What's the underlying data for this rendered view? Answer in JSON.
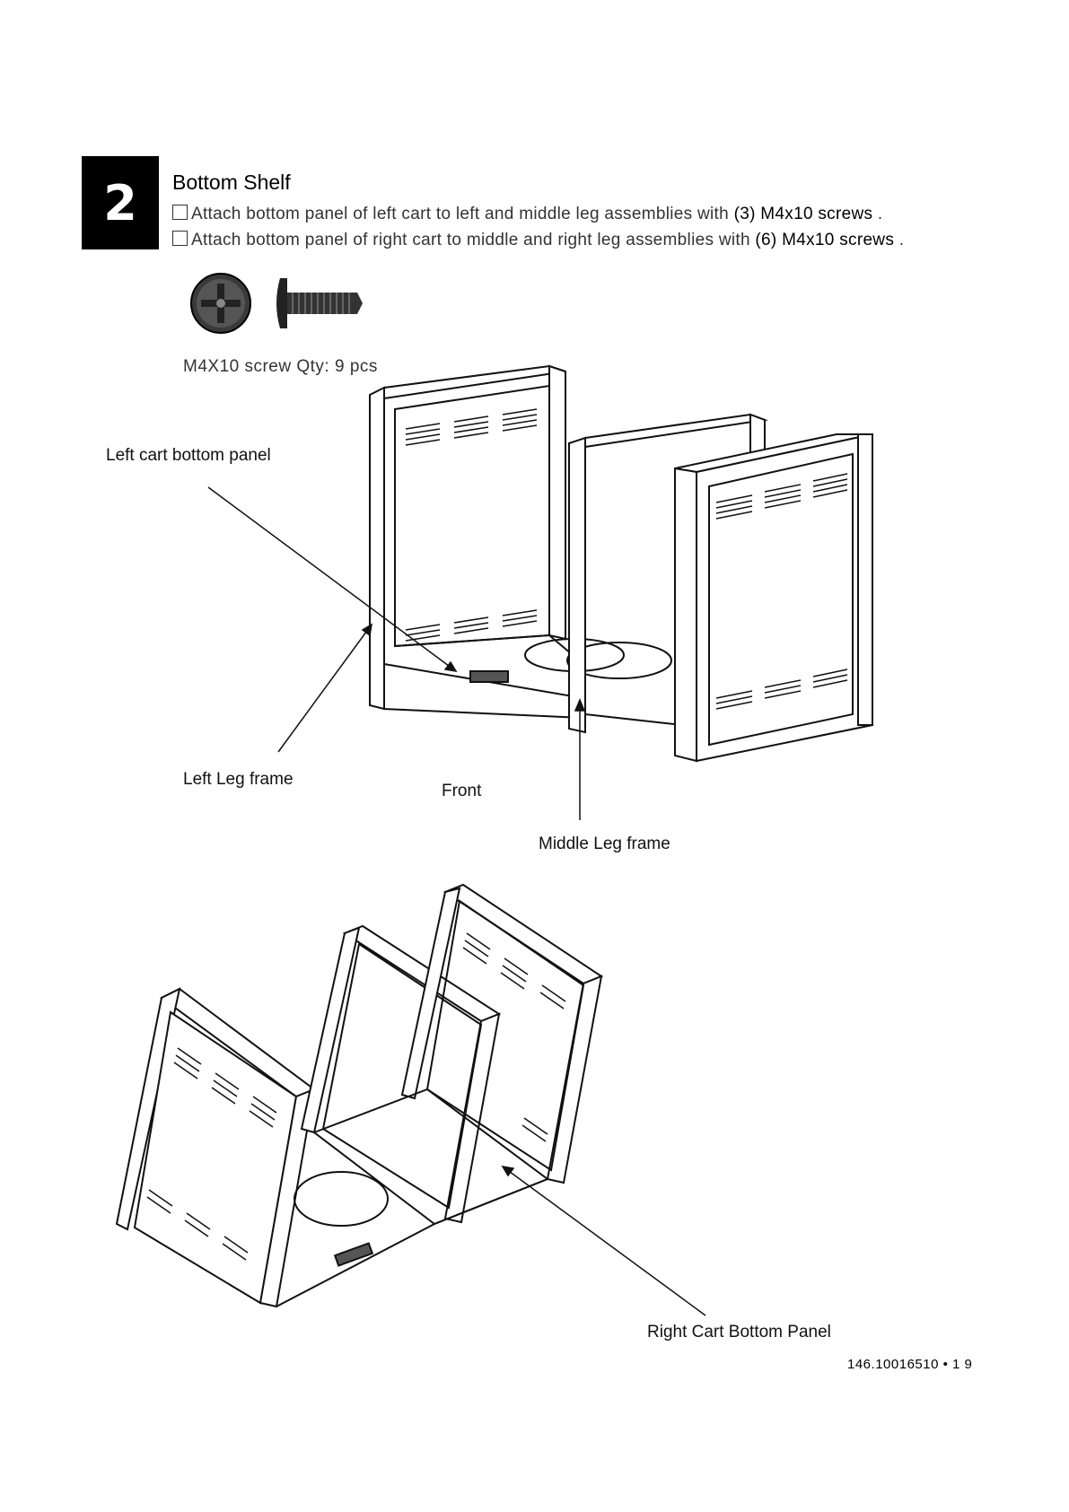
{
  "step": {
    "number": "2",
    "title": "Bottom Shelf",
    "instructions": [
      {
        "text_a": "Attach bottom panel of left cart to left and middle leg assemblies with ",
        "qty": "(3) M4x10 screws",
        "text_b": " ."
      },
      {
        "text_a": "Attach  bottom panel of right cart  to middle and right leg assemblies with ",
        "qty": "(6) M4x10 screws",
        "text_b": " ."
      }
    ]
  },
  "hardware": {
    "label": "M4X10 screw  Qty: 9 pcs",
    "icons": [
      "screw-head-icon",
      "screw-side-icon"
    ]
  },
  "callouts": {
    "left_cart_bottom_panel": "Left cart bottom panel",
    "left_leg_frame": "Left Leg frame",
    "front": "Front",
    "middle_leg_frame": "Middle Leg frame",
    "right_cart_bottom_panel": "Right Cart Bottom Panel"
  },
  "footer": {
    "page_number": "146.10016510 • 1 9"
  }
}
